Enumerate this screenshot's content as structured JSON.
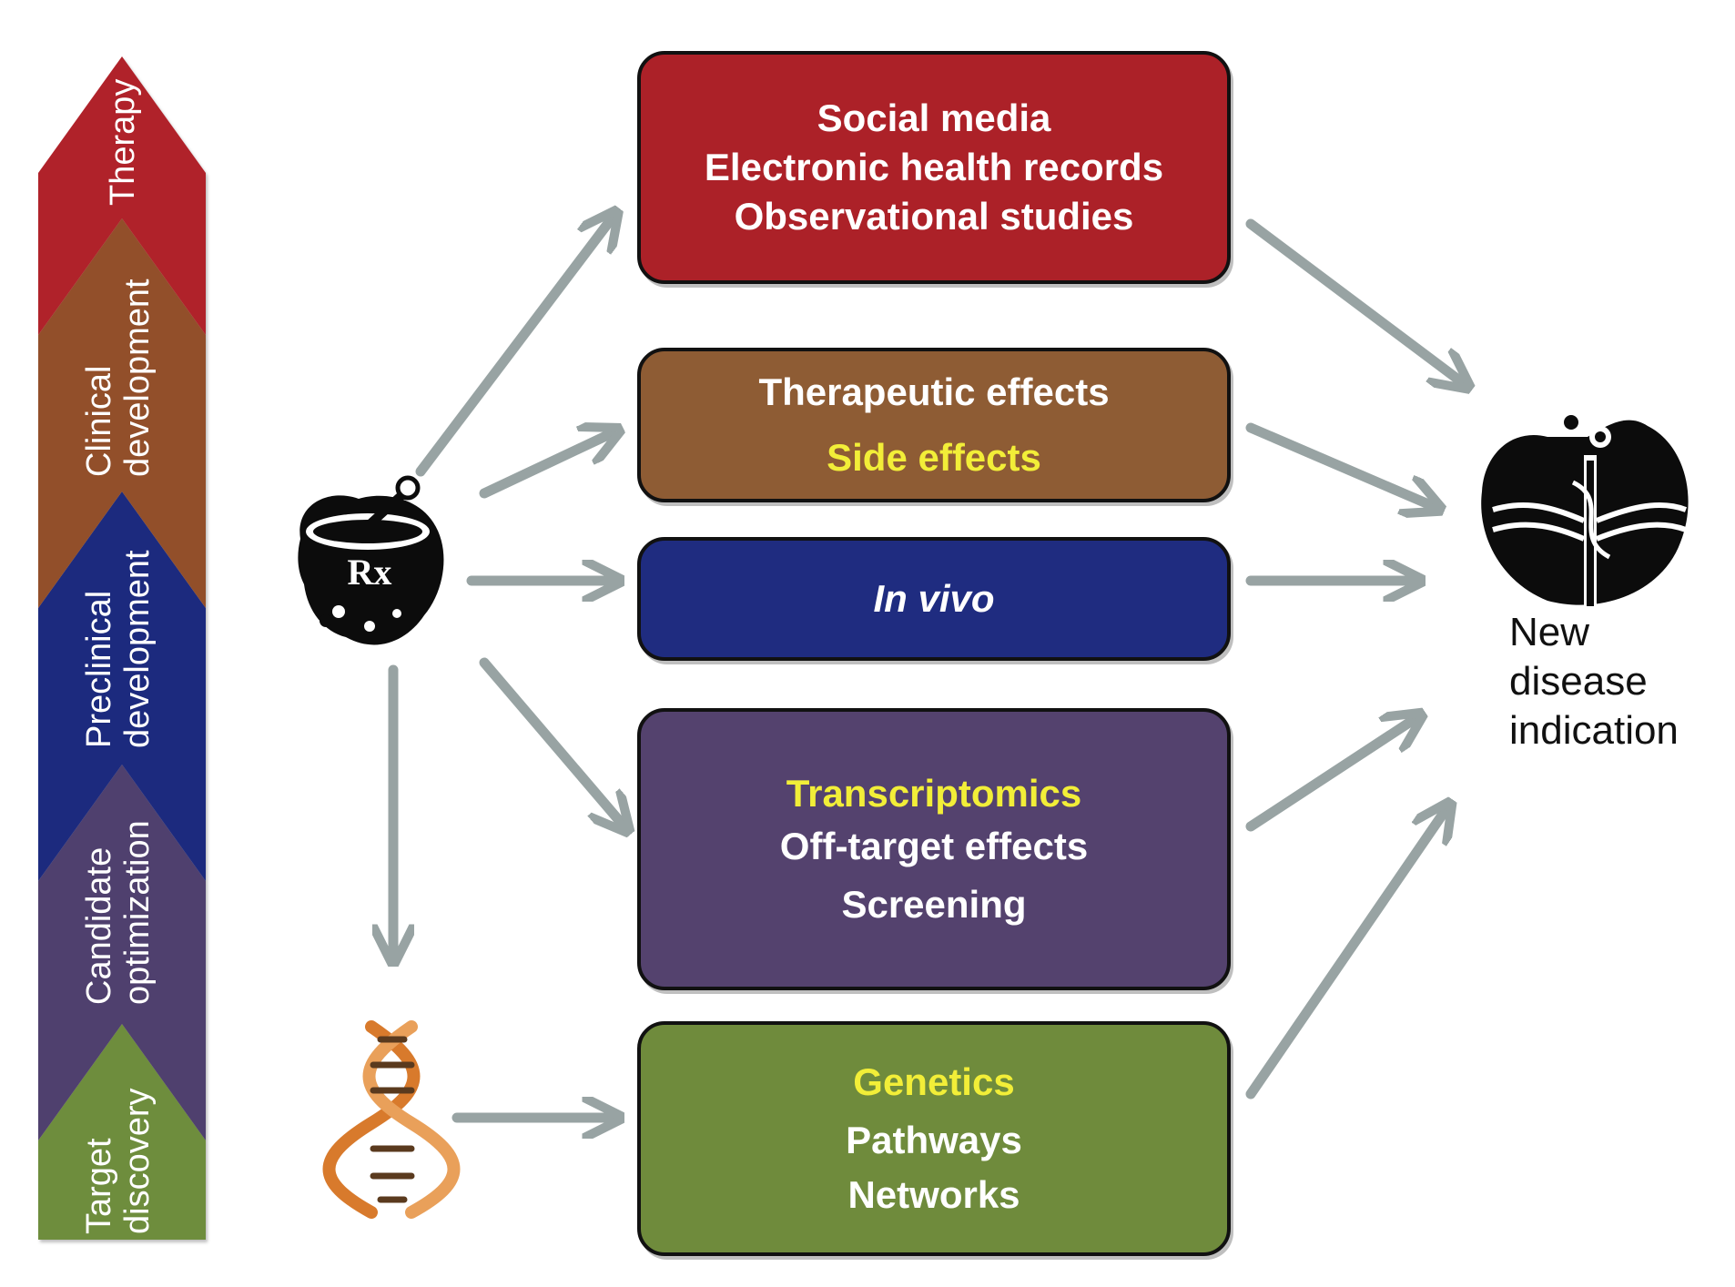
{
  "colors": {
    "stage_therapy": "#b0232c",
    "stage_clinical": "#92502c",
    "stage_preclinical": "#1f2c7e",
    "stage_candidate": "#4f3f6e",
    "stage_target": "#6e8d3d",
    "box_social": "#ac2128",
    "box_effects": "#8e5c34",
    "box_invivo": "#1f2c80",
    "box_omics": "#54426e",
    "box_genetics": "#6f8b3c",
    "arrow": "#98a3a3",
    "highlight_text": "#f2ee38"
  },
  "pipeline": {
    "stages": [
      {
        "lines": [
          "Therapy"
        ],
        "color_key": "stage_therapy"
      },
      {
        "lines": [
          "Clinical",
          "development"
        ],
        "color_key": "stage_clinical"
      },
      {
        "lines": [
          "Preclinical",
          "development"
        ],
        "color_key": "stage_preclinical"
      },
      {
        "lines": [
          "Candidate",
          "optimization"
        ],
        "color_key": "stage_candidate"
      },
      {
        "lines": [
          "Target",
          "discovery"
        ],
        "color_key": "stage_target"
      }
    ]
  },
  "icons": {
    "drug": "mortar-pestle-rx-icon",
    "gene": "dna-helix-icon",
    "outcome": "caduceus-icon",
    "rx_symbol": "Rx"
  },
  "boxes": {
    "social": {
      "lines": [
        "Social media",
        "Electronic health records",
        "Observational studies"
      ]
    },
    "effects": {
      "line1": "Therapeutic effects",
      "line2": "Side effects"
    },
    "invivo": {
      "line1": "In vivo"
    },
    "omics": {
      "line1": "Transcriptomics",
      "line2": "Off-target effects",
      "line3": "Screening"
    },
    "genetics": {
      "line1": "Genetics",
      "line2": "Pathways",
      "line3": "Networks"
    }
  },
  "outcome": {
    "lines": [
      "New",
      "disease",
      "indication"
    ]
  }
}
